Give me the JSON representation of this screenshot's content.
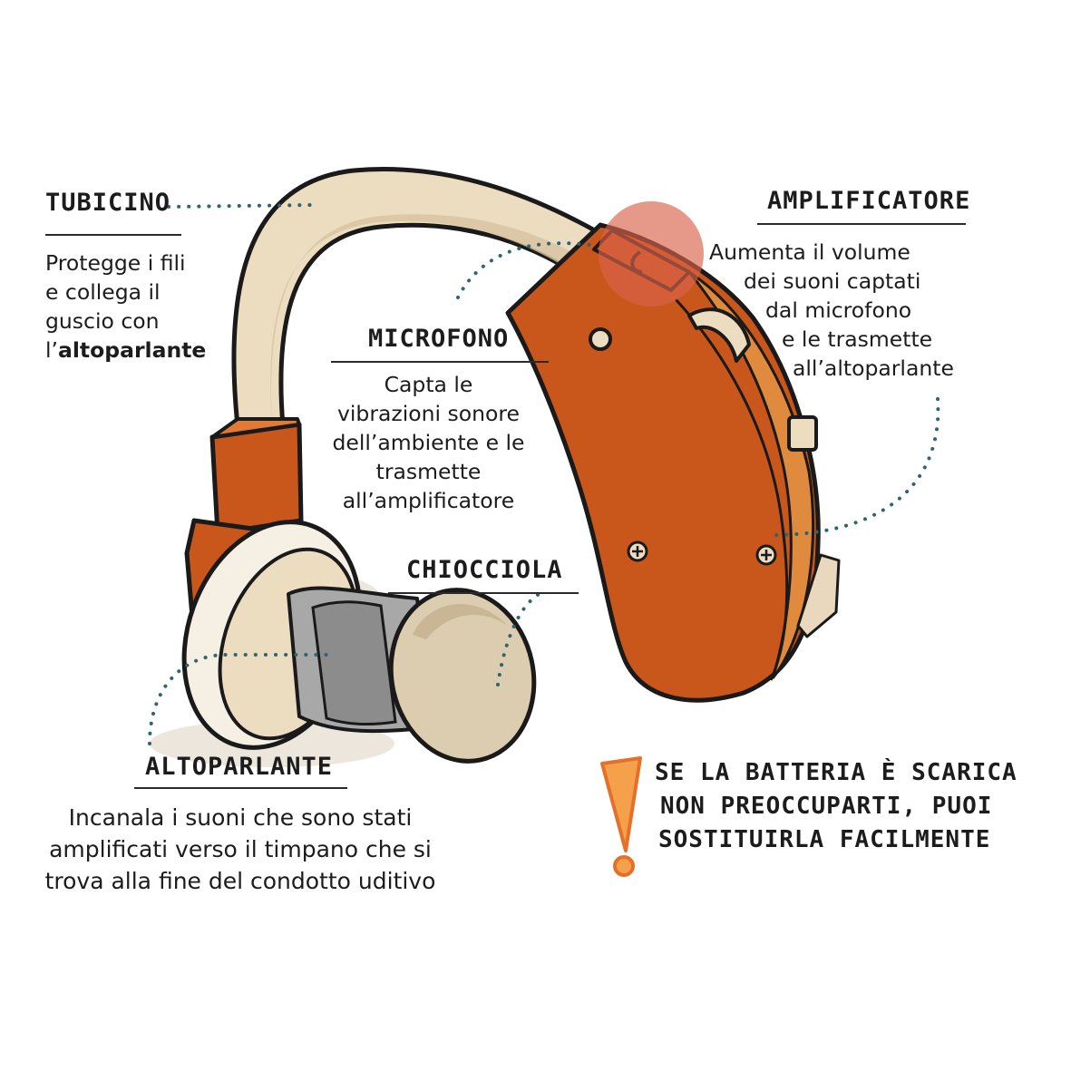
{
  "labels": {
    "tubicino": {
      "title": "TUBICINO",
      "desc_lines": [
        "Protegge i fili",
        "e collega il",
        "guscio con"
      ],
      "desc_prefix": "l’",
      "desc_bold": "altoparlante"
    },
    "microfono": {
      "title": "MICROFONO",
      "desc_lines": [
        "Capta le",
        "vibrazioni sonore",
        "dell’ambiente e le",
        "trasmette",
        "all’amplificatore"
      ]
    },
    "amplificatore": {
      "title": "AMPLIFICATORE",
      "desc_lines": [
        "Aumenta il volume",
        "dei suoni captati",
        "dal microfono",
        "e le trasmette",
        "all’altoparlante"
      ]
    },
    "chiocciola": {
      "title": "CHIOCCIOLA"
    },
    "altoparlante": {
      "title": "ALTOPARLANTE",
      "desc_lines": [
        "Incanala i suoni che sono stati",
        "amplificati verso il timpano che si",
        "trova alla fine del condotto uditivo"
      ]
    }
  },
  "warning": {
    "lines": [
      "SE LA BATTERIA È SCARICA",
      "NON PREOCCUPARTI, PUOI",
      "SOSTITUIRLA FACILMENTE"
    ],
    "icon": "exclamation-icon"
  },
  "colors": {
    "body_orange": "#c9571b",
    "tube_cream": "#ecdcc0",
    "highlight": "#d9634a",
    "leader_dots": "#2d6670",
    "warning_orange": "#f5a04a"
  }
}
